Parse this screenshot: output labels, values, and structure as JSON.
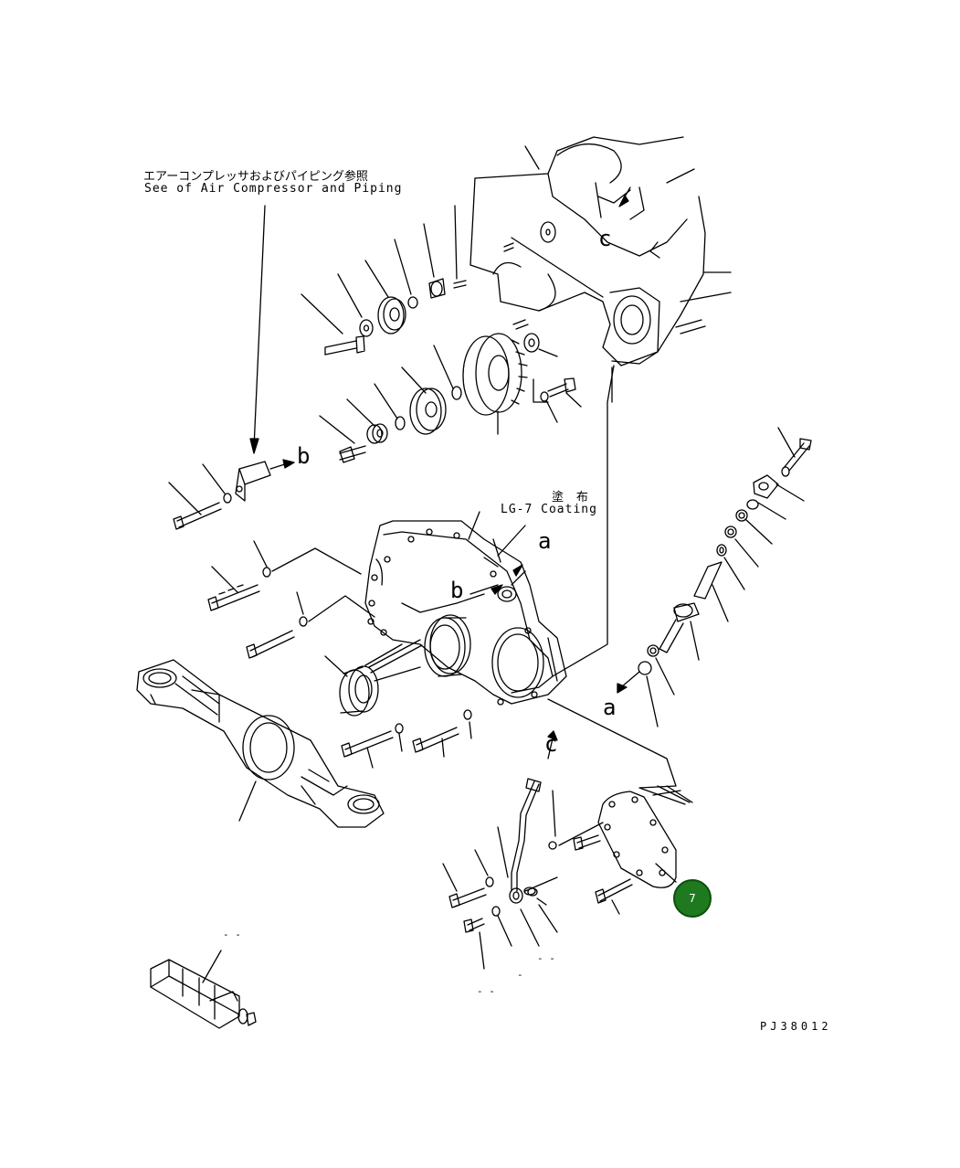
{
  "notes": {
    "air_compressor_jp": "エアーコンプレッサおよびパイピング参照",
    "air_compressor_en": "See of Air Compressor and Piping",
    "coating_jp": "塗 布",
    "coating_en": "LG-7 Coating"
  },
  "reference_letters": {
    "a_upper": "a",
    "a_lower": "a",
    "b_upper": "b",
    "b_lower": "b",
    "c_upper": "c",
    "c_lower": "c"
  },
  "dash_marks": {
    "m1": "- -",
    "m2": "- -",
    "m3": "- -",
    "m4": "-"
  },
  "drawing_number": "PJ38012",
  "callout": {
    "label": "7",
    "color": "#1f7a1f"
  }
}
